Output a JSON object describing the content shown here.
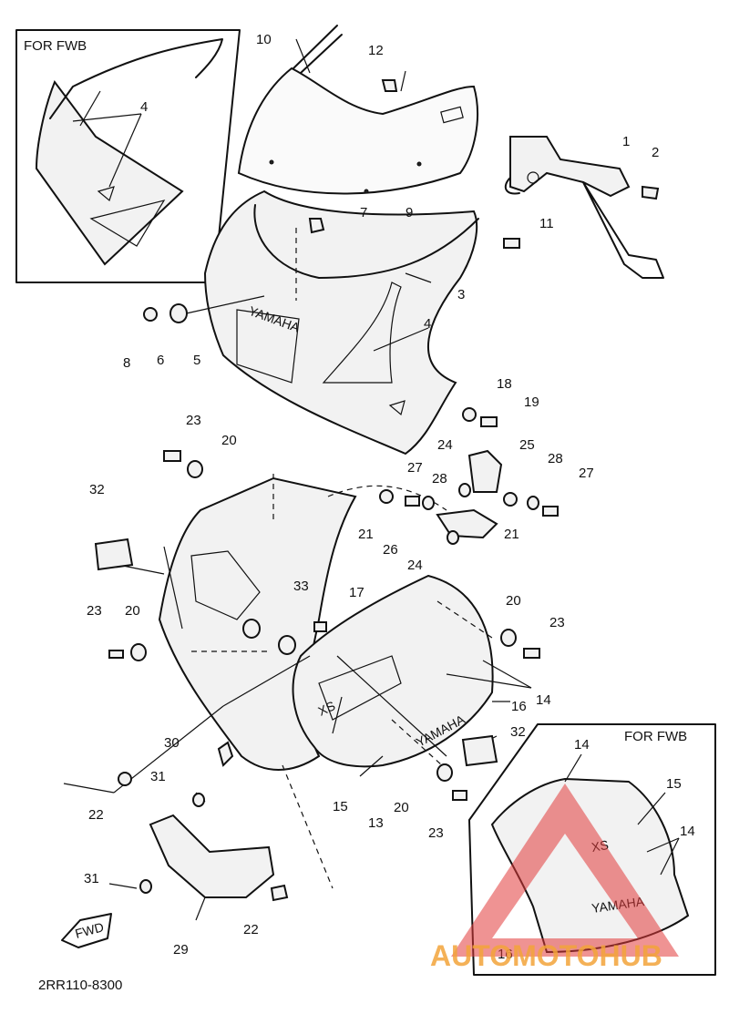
{
  "inset_top_left": {
    "title": "FOR FWB",
    "callout": "4"
  },
  "inset_bottom_right": {
    "title": "FOR FWB",
    "callouts": [
      "14",
      "15",
      "14",
      "16"
    ]
  },
  "badges": {
    "yamaha": "YAMAHA",
    "model": "XS"
  },
  "fwd_arrow": "FWD",
  "diagram_code": "2RR110-8300",
  "watermark": {
    "text": "AUTOMOTOHUB",
    "color_red": "#e23b3b",
    "color_gray": "#8f8f8f",
    "color_orange": "#f2a33a"
  },
  "callouts": {
    "c1": "1",
    "c2": "2",
    "c3": "3",
    "c4": "4",
    "c5": "5",
    "c6": "6",
    "c7": "7",
    "c8": "8",
    "c9": "9",
    "c10": "10",
    "c11": "11",
    "c12": "12",
    "c13": "13",
    "c14": "14",
    "c15": "15",
    "c16": "16",
    "c17": "17",
    "c18": "18",
    "c19": "19",
    "c20a": "20",
    "c20b": "20",
    "c20c": "20",
    "c20d": "20",
    "c21a": "21",
    "c21b": "21",
    "c22a": "22",
    "c22b": "22",
    "c23a": "23",
    "c23b": "23",
    "c23c": "23",
    "c23d": "23",
    "c24a": "24",
    "c24b": "24",
    "c25": "25",
    "c26": "26",
    "c27a": "27",
    "c27b": "27",
    "c28a": "28",
    "c28b": "28",
    "c29": "29",
    "c30": "30",
    "c31a": "31",
    "c31b": "31",
    "c32a": "32",
    "c32b": "32",
    "c33": "33"
  }
}
